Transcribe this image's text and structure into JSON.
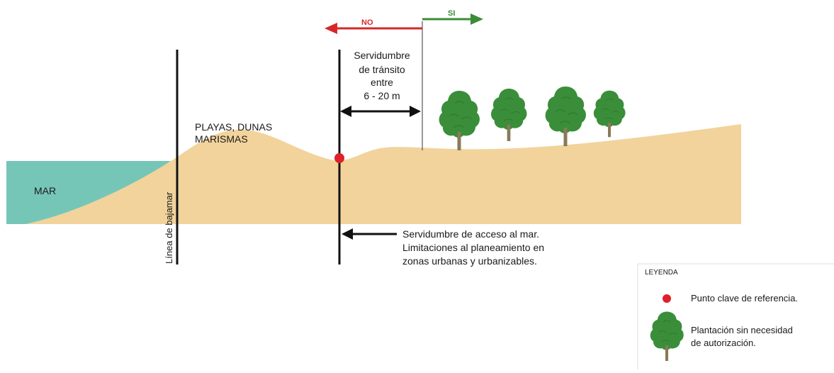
{
  "labels": {
    "sea": "MAR",
    "beach_line1": "PLAYAS, DUNAS",
    "beach_line2": "MARISMAS",
    "low_tide_line": "Línea de bajamar",
    "transit_line1": "Servidumbre",
    "transit_line2": "de tránsito",
    "transit_line3": "entre",
    "transit_line4": "6 - 20 m",
    "no": "NO",
    "si": "SI",
    "access_line1": "Servidumbre de acceso al mar.",
    "access_line2": "Limitaciones al planeamiento en",
    "access_line3": "zonas urbanas y urbanizables."
  },
  "legend": {
    "title": "LEYENDA",
    "point_label": "Punto clave de referencia.",
    "tree_line1": "Plantación sin necesidad",
    "tree_line2": "de autorización."
  },
  "colors": {
    "sea": "#76c6b8",
    "sand": "#f2d39c",
    "tree": "#3a8e3a",
    "trunk": "#8a7a5a",
    "no_arrow": "#d62828",
    "si_arrow": "#3d8b37",
    "reference_point": "#e0202a",
    "line": "#111111"
  }
}
